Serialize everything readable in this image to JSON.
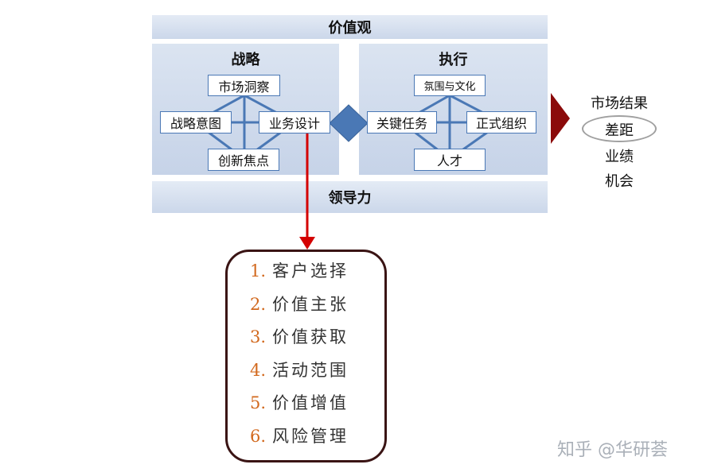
{
  "top_band": {
    "label": "价值观"
  },
  "bottom_band": {
    "label": "领导力"
  },
  "strategy": {
    "title": "战略",
    "nodes": {
      "market_insight": "市场洞察",
      "strategic_intent": "战略意图",
      "business_design": "业务设计",
      "innovation_focus": "创新焦点"
    }
  },
  "execution": {
    "title": "执行",
    "nodes": {
      "culture": "氛围与文化",
      "key_tasks": "关键任务",
      "formal_org": "正式组织",
      "talent": "人才"
    }
  },
  "market_results": {
    "title": "市场结果",
    "gap": "差距",
    "performance": "业绩",
    "opportunity": "机会"
  },
  "business_design_elements": [
    {
      "number": "1.",
      "label": "客户选择"
    },
    {
      "number": "2.",
      "label": "价值主张"
    },
    {
      "number": "3.",
      "label": "价值获取"
    },
    {
      "number": "4.",
      "label": "活动范围"
    },
    {
      "number": "5.",
      "label": "价值增值"
    },
    {
      "number": "6.",
      "label": "风险管理"
    }
  ],
  "watermark": "知乎 @华研荟",
  "colors": {
    "node_border": "#4a78b5",
    "connector": "#4a78b5",
    "arrow": "#d40000",
    "list_border": "#3a1414",
    "list_number": "#d2691e",
    "triangle": "#8b0a0a"
  }
}
